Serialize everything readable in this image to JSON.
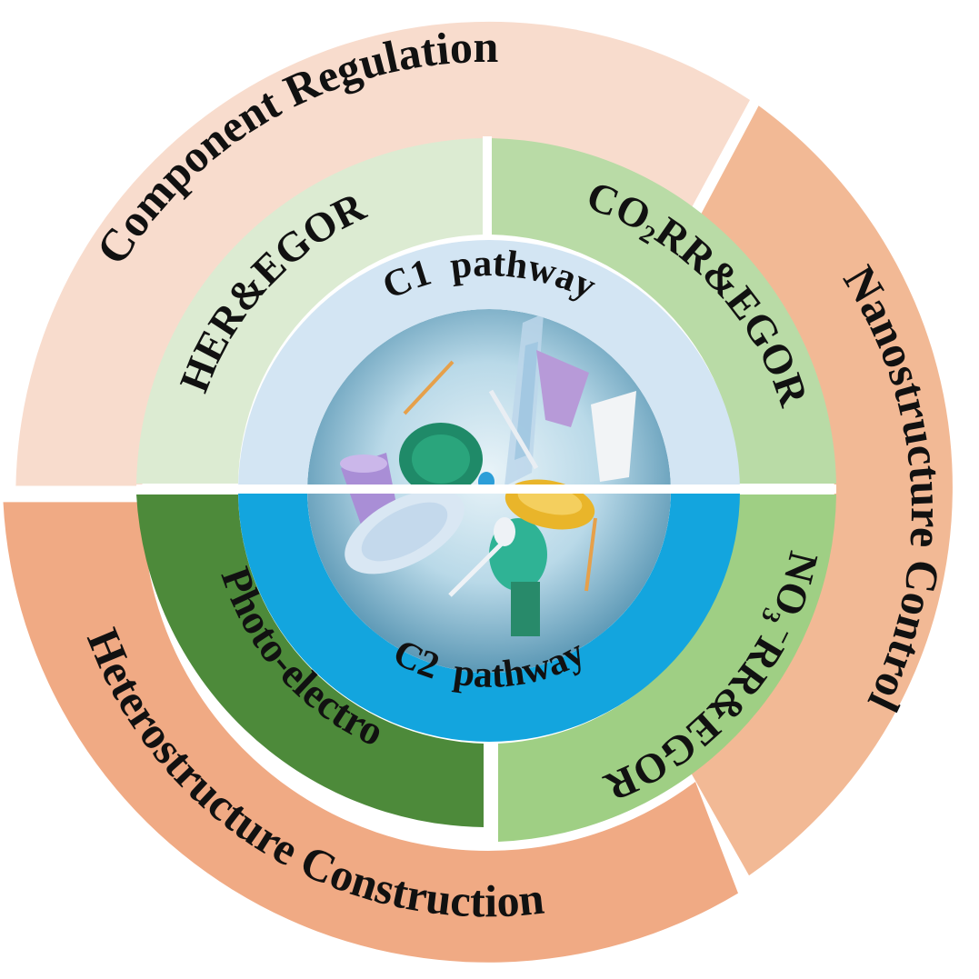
{
  "outer_ring": {
    "component_regulation": {
      "label": "Component Regulation",
      "color": "#f8dccd"
    },
    "nanostructure_control": {
      "label": "Nanostructure Control",
      "color": "#f2b995"
    },
    "heterostructure_construction": {
      "label": "Heterostructure Construction",
      "color": "#f0aa84"
    }
  },
  "middle_ring": {
    "her_egor": {
      "label": "HER&EGOR",
      "color": "#dcebd2"
    },
    "co2rr_egor": {
      "label_prefix": "CO",
      "label_sub": "2",
      "label_suffix": "RR&EGOR",
      "color": "#b9dba6"
    },
    "no3rr_egor": {
      "label_prefix": "NO",
      "label_sub": "3",
      "label_sup": "−",
      "label_suffix": "RR&EGOR",
      "color": "#9fcf84"
    },
    "photo_electro": {
      "label": "Photo-electro",
      "color": "#4d8a3a"
    }
  },
  "inner_ring": {
    "c1_pathway": {
      "label": "C1  pathway",
      "color": "#d3e5f3"
    },
    "c2_pathway": {
      "label": "C2  pathway",
      "color": "#13a5de"
    }
  },
  "center": {
    "image": "plastic-waste-illustration"
  }
}
